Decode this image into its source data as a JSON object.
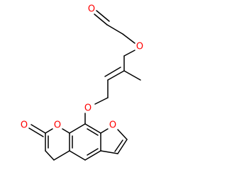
{
  "molecule": {
    "bond_color": "#000000",
    "oxygen_color": "#ff0000",
    "atom_labels": {
      "ester_carbonyl_o": "O",
      "ester_o": "O",
      "ether_o": "O",
      "lactone_carbonyl_o": "O",
      "lactone_ring_o": "O",
      "furan_o": "O"
    }
  }
}
